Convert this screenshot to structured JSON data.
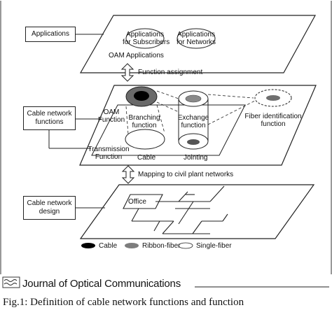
{
  "side_boxes": {
    "applications": "Applications",
    "cable_network_functions_1": "Cable network",
    "cable_network_functions_2": "functions",
    "cable_network_design_1": "Cable network",
    "cable_network_design_2": "design"
  },
  "plane_applications": {
    "app_subscribers_1": "Applications",
    "app_subscribers_2": "for Subscribers",
    "app_networks_1": "Applications",
    "app_networks_2": "for Networks",
    "oam_applications": "OAM Applications"
  },
  "arrow_labels": {
    "function_assignment": "Function assignment",
    "mapping": "Mapping to civil plant networks"
  },
  "plane_functions": {
    "oam_function_1": "OAM",
    "oam_function_2": "Function",
    "branching_1": "Branching",
    "branching_2": "function",
    "exchange_1": "Exchange",
    "exchange_2": "function",
    "fiber_id_1": "Fiber identification",
    "fiber_id_2": "function",
    "transmission_1": "Transmission",
    "transmission_2": "Function",
    "cable": "Cable",
    "jointing": "Jointing"
  },
  "plane_civil": {
    "office": "Office"
  },
  "legend": {
    "cable": "Cable",
    "ribbon": "Ribbon-fiber",
    "single": "Single-fiber"
  },
  "footer": {
    "journal": "Journal of Optical Communications",
    "caption": "Fig.1:  Definition of cable network functions and function"
  }
}
